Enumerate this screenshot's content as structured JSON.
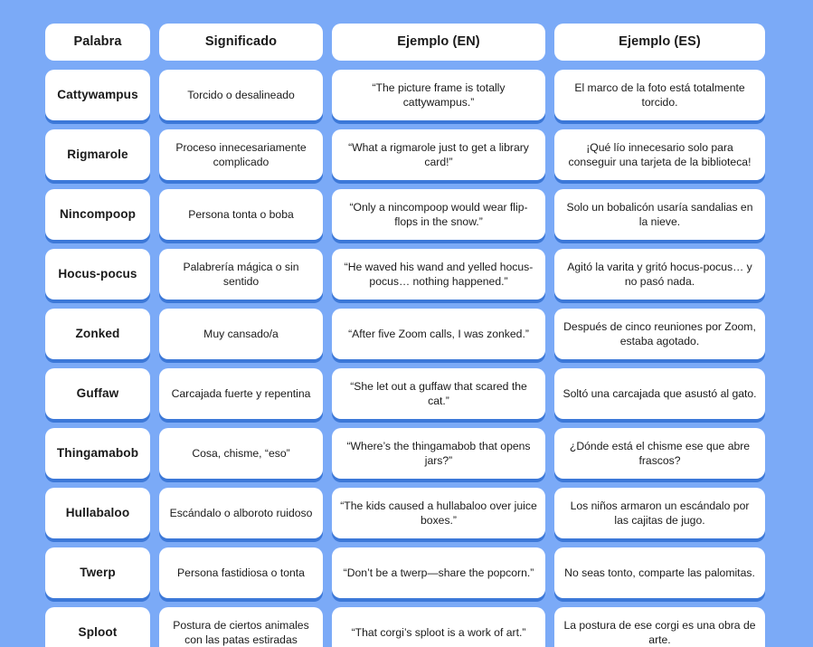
{
  "theme": {
    "background_color": "#7BAAF7",
    "card_color": "#FFFFFF",
    "card_shadow_color": "#3C78D8",
    "text_color": "#1A1A1A"
  },
  "table": {
    "headers": [
      "Palabra",
      "Significado",
      "Ejemplo (EN)",
      "Ejemplo (ES)"
    ],
    "rows": [
      {
        "word": "Cattywampus",
        "meaning": "Torcido o desalineado",
        "example_en": "“The picture frame is totally cattywampus.”",
        "example_es": "El marco de la foto está totalmente torcido."
      },
      {
        "word": "Rigmarole",
        "meaning": "Proceso innecesariamente complicado",
        "example_en": "“What a rigmarole just to get a library card!”",
        "example_es": "¡Qué lío innecesario solo para conseguir una tarjeta de la biblioteca!"
      },
      {
        "word": "Nincompoop",
        "meaning": "Persona tonta o boba",
        "example_en": "“Only a nincompoop would wear flip-flops in the snow.”",
        "example_es": "Solo un bobalicón usaría sandalias en la nieve."
      },
      {
        "word": "Hocus-pocus",
        "meaning": "Palabrería mágica o sin sentido",
        "example_en": "“He waved his wand and yelled hocus-pocus… nothing happened.”",
        "example_es": "Agitó la varita y gritó hocus-pocus… y no pasó nada."
      },
      {
        "word": "Zonked",
        "meaning": "Muy cansado/a",
        "example_en": "“After five Zoom calls, I was zonked.”",
        "example_es": "Después de cinco reuniones por Zoom, estaba agotado."
      },
      {
        "word": "Guffaw",
        "meaning": "Carcajada fuerte y repentina",
        "example_en": "“She let out a guffaw that scared the cat.”",
        "example_es": "Soltó una carcajada que asustó al gato."
      },
      {
        "word": "Thingamabob",
        "meaning": "Cosa, chisme, “eso”",
        "example_en": "“Where’s the thingamabob that opens jars?”",
        "example_es": "¿Dónde está el chisme ese que abre frascos?"
      },
      {
        "word": "Hullabaloo",
        "meaning": "Escándalo o alboroto ruidoso",
        "example_en": "“The kids caused a hullabaloo over juice boxes.”",
        "example_es": "Los niños armaron un escándalo por las cajitas de jugo."
      },
      {
        "word": "Twerp",
        "meaning": "Persona fastidiosa o tonta",
        "example_en": "“Don’t be a twerp—share the popcorn.”",
        "example_es": "No seas tonto, comparte las palomitas."
      },
      {
        "word": "Sploot",
        "meaning": "Postura de ciertos animales con las patas estiradas",
        "example_en": "“That corgi’s sploot is a work of art.”",
        "example_es": "La postura de ese corgi es una obra de arte."
      }
    ]
  }
}
